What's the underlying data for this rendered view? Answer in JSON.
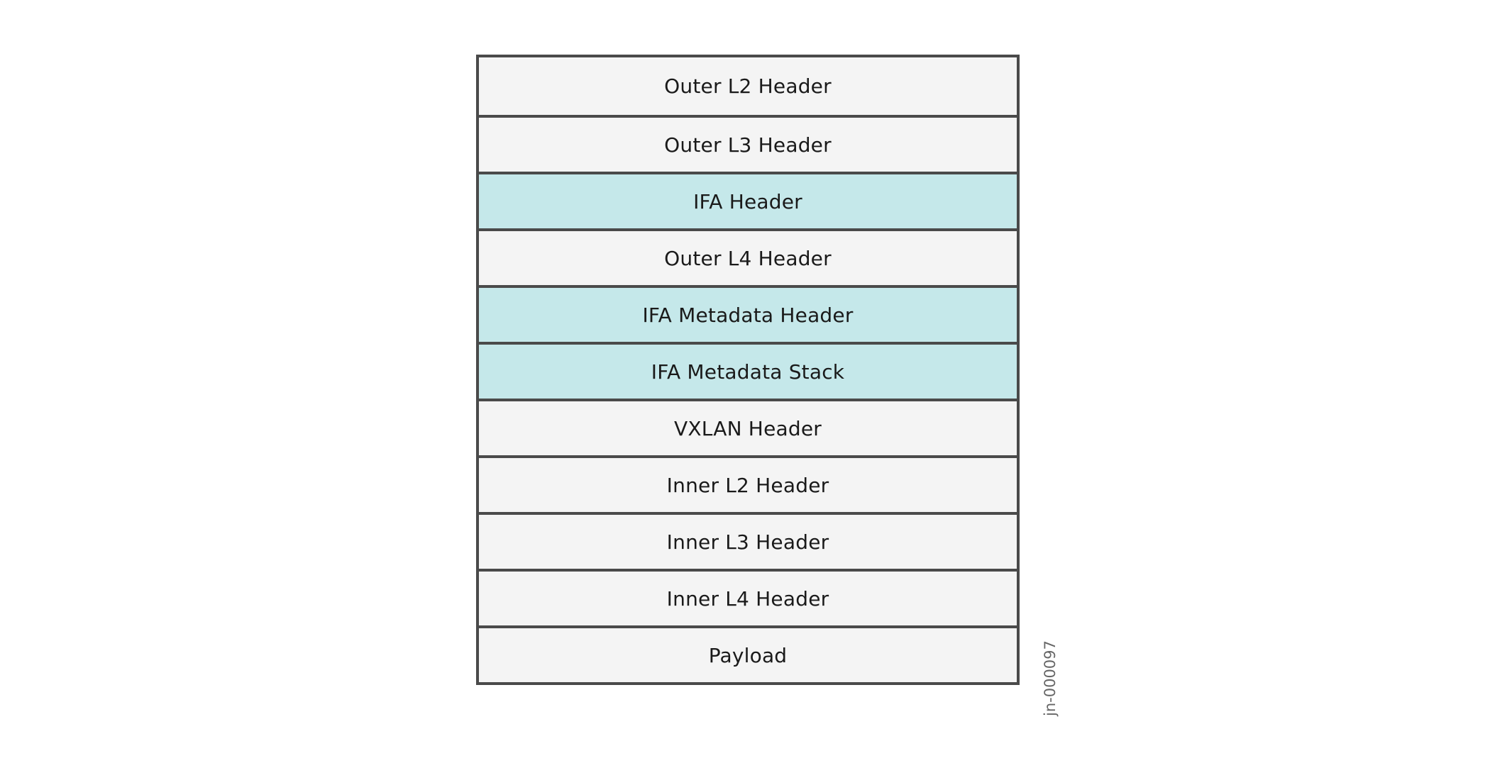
{
  "diagram": {
    "layers": [
      {
        "label": "Outer L2 Header",
        "fill": "#f4f4f4"
      },
      {
        "label": "Outer L3 Header",
        "fill": "#f4f4f4"
      },
      {
        "label": "IFA Header",
        "fill": "#c5e8ea"
      },
      {
        "label": "Outer L4 Header",
        "fill": "#f4f4f4"
      },
      {
        "label": "IFA Metadata Header",
        "fill": "#c5e8ea"
      },
      {
        "label": "IFA Metadata Stack",
        "fill": "#c5e8ea"
      },
      {
        "label": "VXLAN Header",
        "fill": "#f4f4f4"
      },
      {
        "label": "Inner L2 Header",
        "fill": "#f4f4f4"
      },
      {
        "label": "Inner L3 Header",
        "fill": "#f4f4f4"
      },
      {
        "label": "Inner L4 Header",
        "fill": "#f4f4f4"
      },
      {
        "label": "Payload",
        "fill": "#f4f4f4"
      }
    ],
    "figure_id": "jn-000097",
    "colors": {
      "border": "#4a4a4a",
      "default_fill": "#f4f4f4",
      "ifa_fill": "#c5e8ea"
    }
  }
}
